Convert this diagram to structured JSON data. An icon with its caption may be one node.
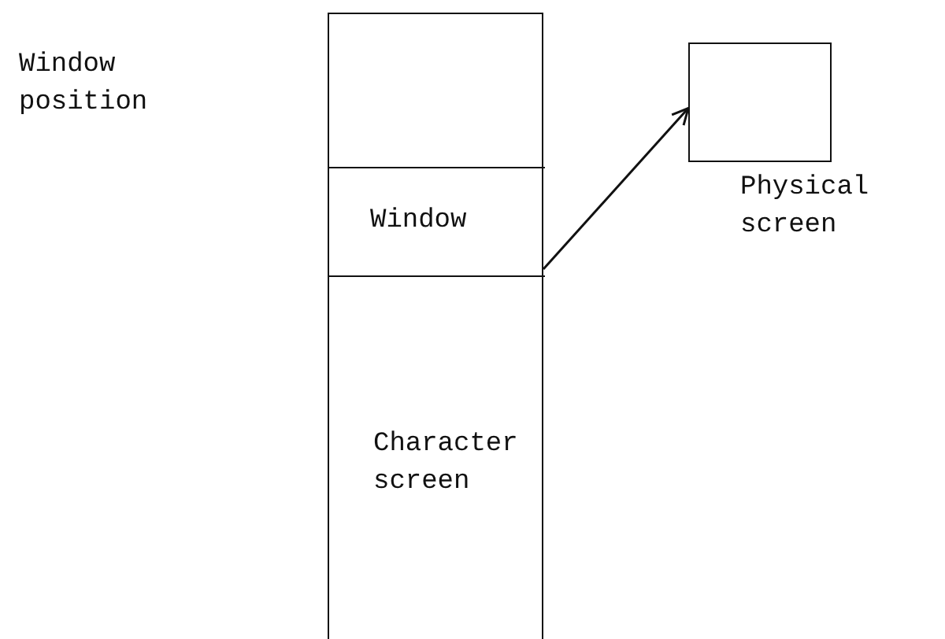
{
  "diagram": {
    "nodes": [
      {
        "text": [
          "Character screen"
        ]
      },
      {
        "text": [
          "Window"
        ],
        "in": 0
      },
      {
        "text": [],
        "shape": "box",
        "beside": [
          "Physical screen"
        ]
      }
    ],
    "edges": [
      {
        "from": 1,
        "to": 2,
        "arrow": "to"
      }
    ],
    "labels": [
      "Window position"
    ]
  }
}
